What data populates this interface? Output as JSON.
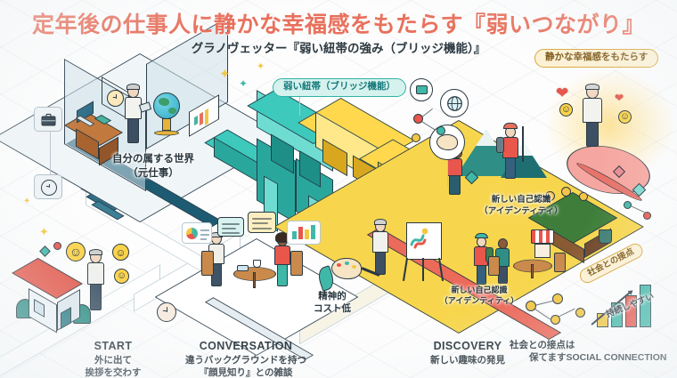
{
  "title": "定年後の仕事人に静かな幸福感をもたらす『弱いつながり』",
  "subtitle": "グラノヴェッター『弱い紐帯の強み（ブリッジ機能）』",
  "badges": {
    "bridge": "弱い紐帯（ブリッジ機能）",
    "quiet_happiness": "静かな幸福感をもたらす",
    "social_contact": "社会との接点"
  },
  "labels": {
    "own_world": "自分の属する世界\n（元仕事）",
    "mental_cost": "精神的\nコスト低",
    "identity_top": "新しい自己認識\n（アイデンティティ）",
    "identity_bottom": "新しい自己認識\n（アイデンティティ）",
    "sustainable": "持続しやすい"
  },
  "steps": [
    {
      "en": "START",
      "jp1": "外に出て",
      "jp2": "挨拶を交わす"
    },
    {
      "en": "CONVERSATION",
      "jp1": "違うバックグラウンドを持つ",
      "jp2": "『顔見知り』との雑談"
    },
    {
      "en": "DISCOVERY",
      "jp1": "新しい趣味の発見",
      "jp2": ""
    }
  ],
  "social_caption": {
    "line1": "社会との接点は",
    "line2": "保てますSOCIAL CONNECTION"
  },
  "scene_icons": {
    "briefcase": "briefcase-icon",
    "clock": "clock-icon",
    "globe": "globe-icon",
    "palette": "palette-icon",
    "chart": "bar-chart-icon",
    "laptop": "laptop-icon",
    "smiley": "smiley-icon",
    "heart": "heart-icon",
    "sparkle": "sparkle-icon",
    "house": "house-icon",
    "mountain": "mountain-icon",
    "garden": "garden-box-icon",
    "easel": "easel-icon",
    "network": "network-nodes-icon"
  },
  "colors": {
    "title": "#e8715d",
    "bridge_teal": "#3ec9bd",
    "bridge_yellow": "#ffd84d",
    "island_yellow": "#f7d64e",
    "island_edge_red": "#ec6a5a",
    "office_edge": "#1d5b72",
    "pedestal_pink": "#f6a6a0",
    "badge_teal_border": "#2fb3a6",
    "badge_sand_border": "#d8a63c",
    "ink": "#2b3a42",
    "background": "#fdfdfd"
  }
}
